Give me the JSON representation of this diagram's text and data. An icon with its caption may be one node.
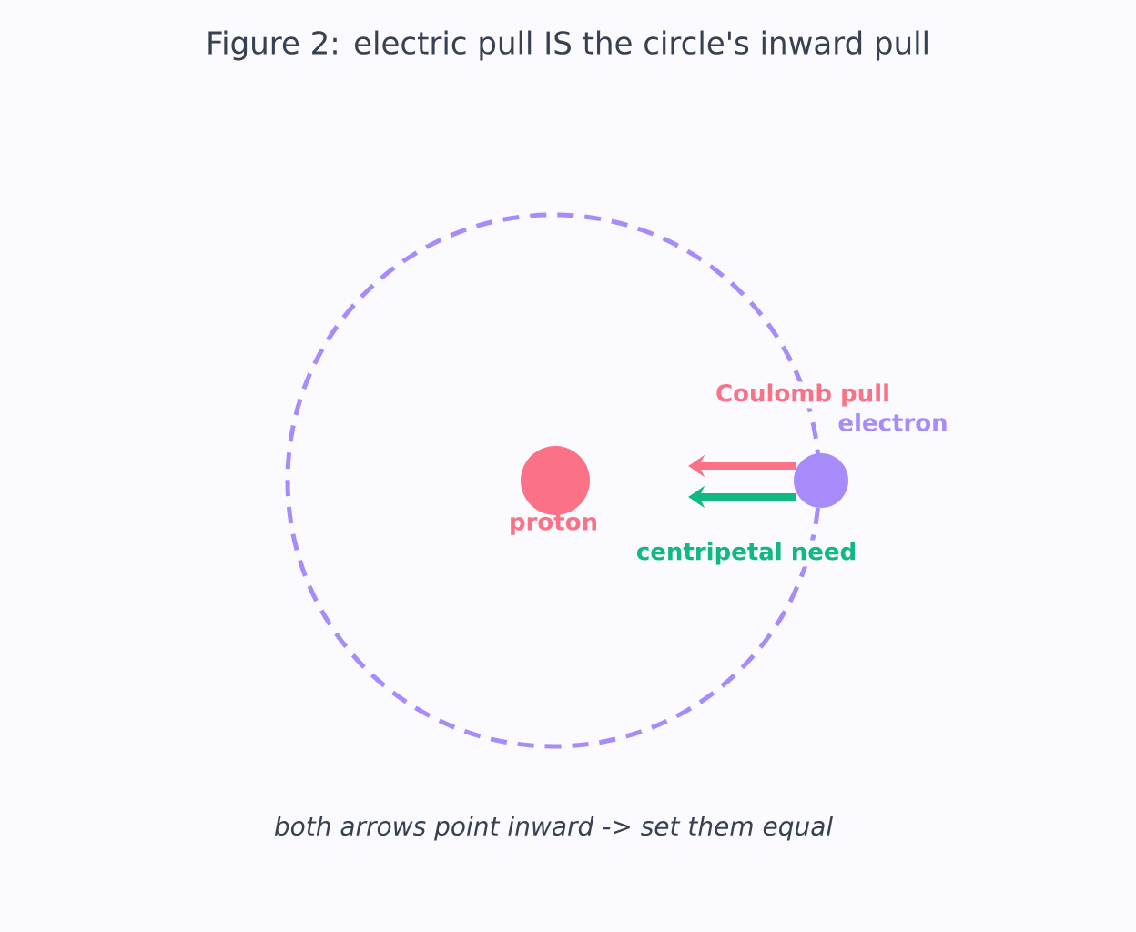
{
  "diagram": {
    "title": "Figure 2: electric pull IS the circle's inward pull",
    "caption": "both arrows point inward -> set them equal",
    "nodes": [
      {
        "text": [],
        "shape": "circle",
        "beside": [
          "proton"
        ]
      },
      {
        "text": [],
        "shape": "circle",
        "beside": [
          "electron"
        ]
      }
    ],
    "labels": [
      "Coulomb pull",
      "centripetal need"
    ]
  }
}
